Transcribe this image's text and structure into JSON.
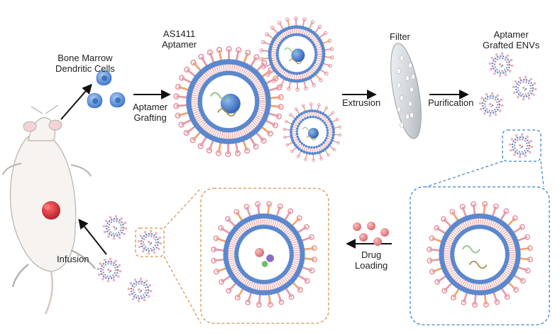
{
  "labels": {
    "bmdc": [
      "Bone Marrow",
      "Dendritic Cells"
    ],
    "aptamer_name": [
      "AS1411",
      "Aptamer"
    ],
    "aptamer_grafting": [
      "Aptamer",
      "Grafting"
    ],
    "filter": "Filter",
    "extrusion": "Extrusion",
    "purification": "Purification",
    "grafted_envs": [
      "Aptamer",
      "Grafted ENVs"
    ],
    "drug_loading": [
      "Drug",
      "Loading"
    ],
    "infusion": "Infusion"
  },
  "colors": {
    "bead_blue": "#5b88cf",
    "bead_light": "#9fc0ee",
    "aptamer_pink": "#e59aa8",
    "aptamer_orange": "#f2a56b",
    "tumor_red": "#d9303a",
    "drug_pink": "#e98b8f",
    "dashed_blue": "#3b84c9",
    "dashed_orange": "#d9904a",
    "filter_gray": "#c9cdd2"
  }
}
